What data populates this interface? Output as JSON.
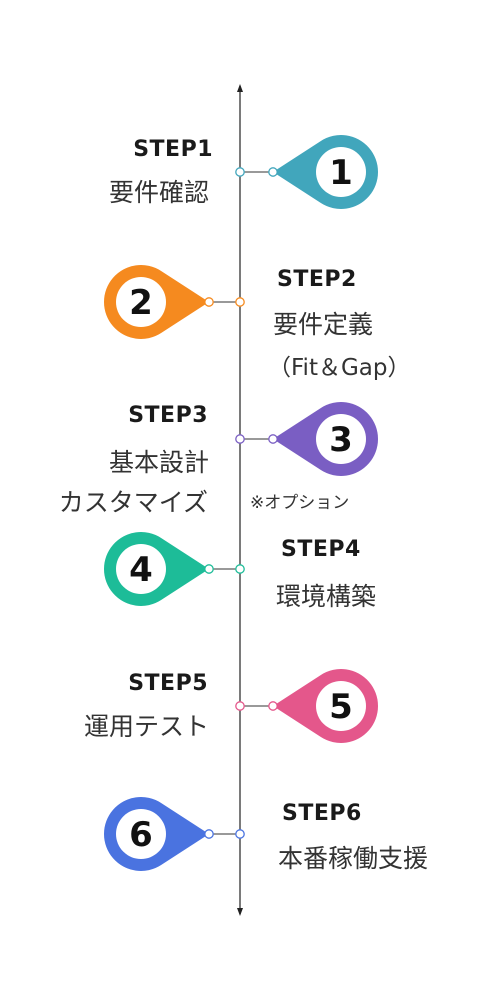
{
  "steps": [
    {
      "title": "STEP1",
      "desc": [
        "要件確認"
      ],
      "number": "1",
      "color": "#41A6BC"
    },
    {
      "title": "STEP2",
      "desc": [
        "要件定義",
        "（Fit＆Gap）"
      ],
      "number": "2",
      "color": "#F58A1F"
    },
    {
      "title": "STEP3",
      "desc": [
        "基本設計",
        "カスタマイズ"
      ],
      "number": "3",
      "color": "#7A5EC3",
      "note": "※オプション"
    },
    {
      "title": "STEP4",
      "desc": [
        "環境構築"
      ],
      "number": "4",
      "color": "#1DBC98"
    },
    {
      "title": "STEP5",
      "desc": [
        "運用テスト"
      ],
      "number": "5",
      "color": "#E4578B"
    },
    {
      "title": "STEP6",
      "desc": [
        "本番稼働支援"
      ],
      "number": "6",
      "color": "#4A73E0"
    }
  ]
}
